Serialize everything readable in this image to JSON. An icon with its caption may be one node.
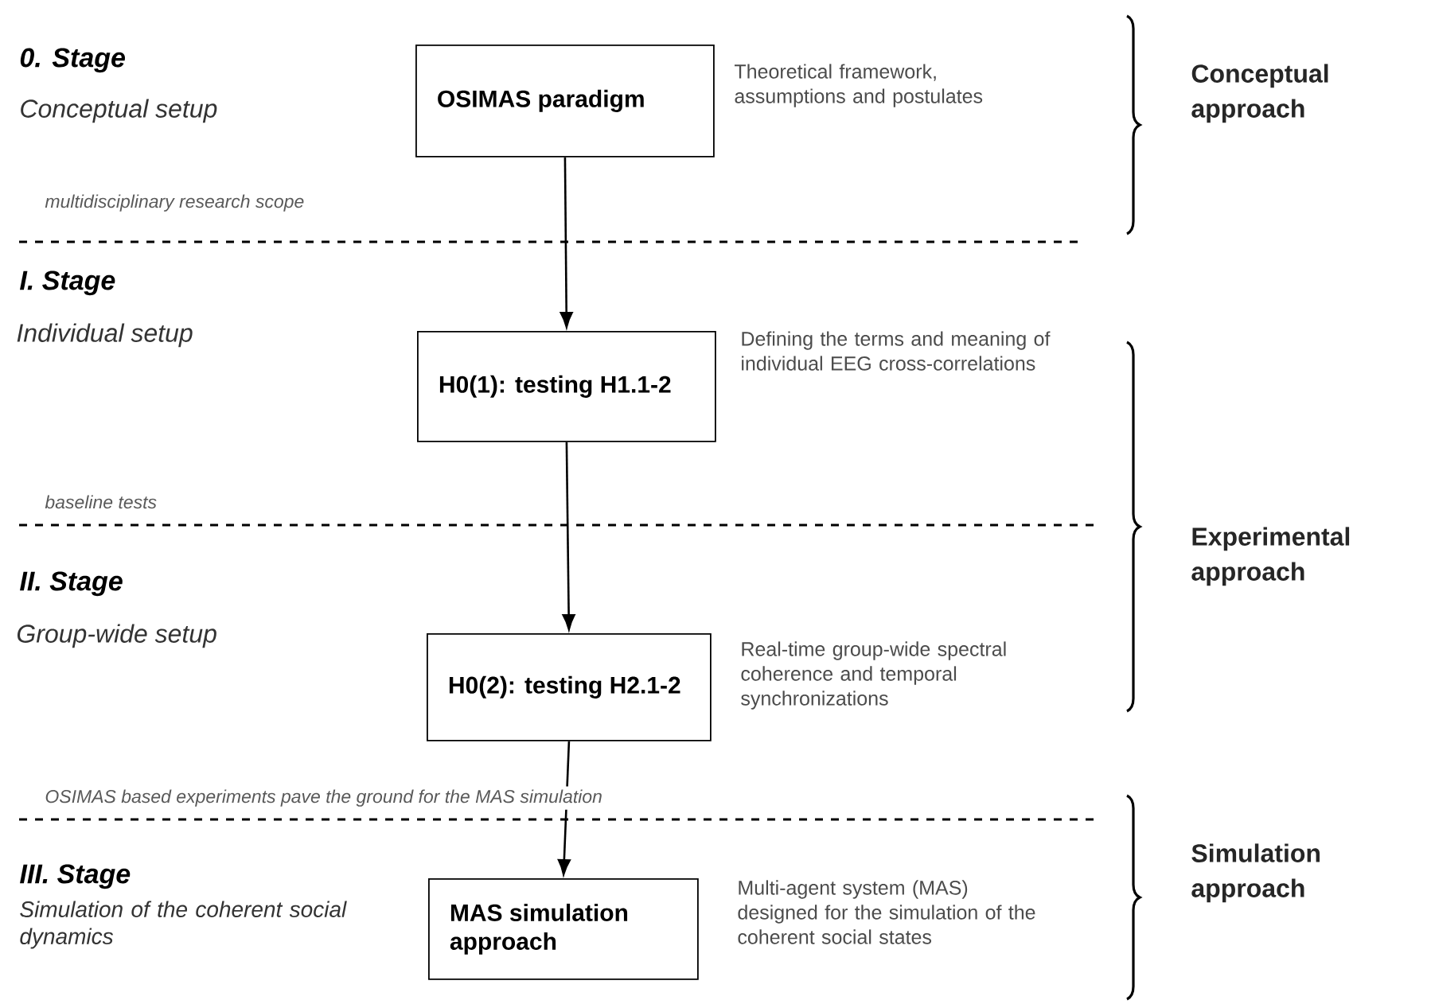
{
  "diagram": {
    "nodes": [
      {
        "text": [
          "OSIMAS paradigm"
        ],
        "beside": [
          "Theoretical framework, assumptions and postulates"
        ]
      },
      {
        "text": [
          "H0(1): testing H1.1-2"
        ],
        "beside": [
          "Defining the terms and meaning of individual EEG cross-correlations"
        ]
      },
      {
        "text": [
          "H0(2): testing H2.1-2"
        ],
        "beside": [
          "Real-time group-wide spectral coherence and temporal synchronizations"
        ]
      },
      {
        "text": [
          "MAS simulation approach"
        ],
        "beside": [
          "Multi-agent system (MAS) designed for the simulation of the coherent social states"
        ]
      }
    ],
    "edges": [
      {
        "from": 0,
        "to": 1,
        "arrow": "to"
      },
      {
        "from": 1,
        "to": 2,
        "arrow": "to"
      },
      {
        "from": 2,
        "to": 3,
        "arrow": "to"
      }
    ],
    "labels": [
      "0. Stage",
      "Conceptual setup",
      "Conceptual approach",
      "multidisciplinary research scope",
      "I. Stage",
      "Individual setup",
      "baseline tests",
      "Experimental approach",
      "II. Stage",
      "Group-wide setup",
      "OSIMAS based experiments pave the ground for the MAS simulation",
      "III. Stage",
      "Simulation of the coherent social dynamics",
      "Simulation approach"
    ]
  }
}
